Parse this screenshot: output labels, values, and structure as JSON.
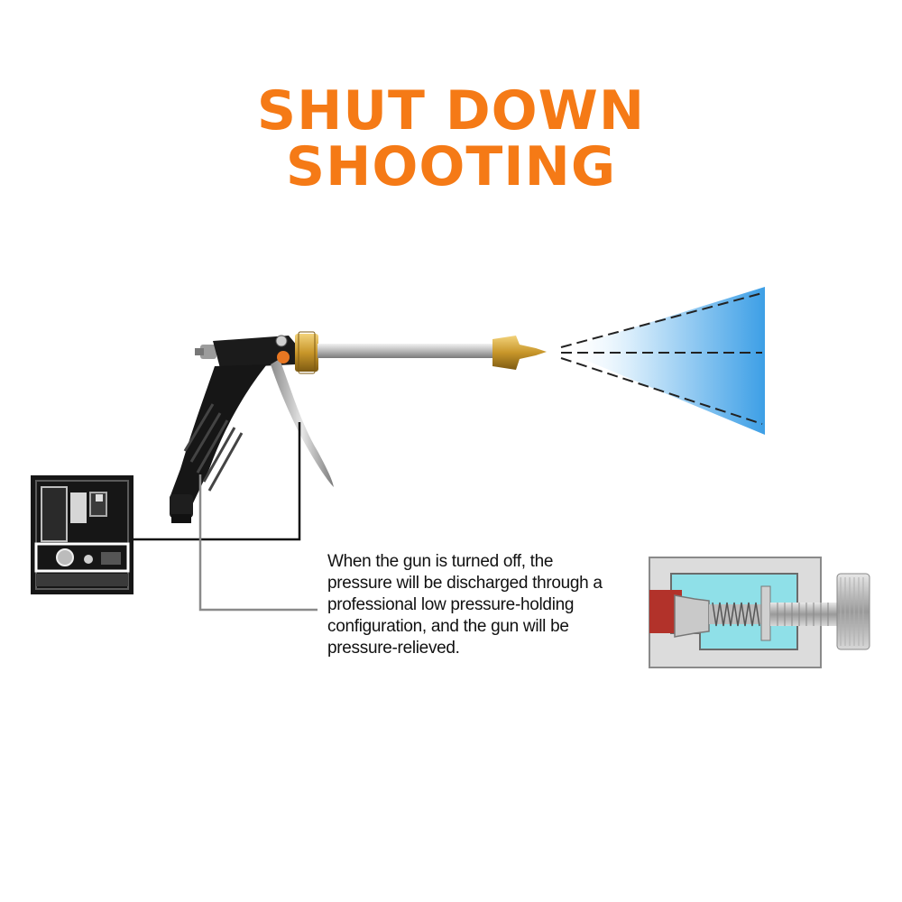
{
  "headline": {
    "line1": "SHUT DOWN",
    "line2": "SHOOTING"
  },
  "description": {
    "lines": [
      "When the gun is turned off, the",
      "pressure will be discharged through a",
      "professional low pressure-holding",
      "configuration, and the gun will be",
      "pressure-relieved."
    ]
  },
  "colors": {
    "headline": "#f57a16",
    "spray": "#4aa8e8",
    "brass": "#c8962a",
    "valve_chamber": "#8fe0e8",
    "valve_inlet": "#b2322a",
    "handle": "#1a1a1a"
  },
  "icons": [
    "spray-gun",
    "water-spray-cone",
    "internal-detail-photo",
    "valve-cross-section"
  ]
}
